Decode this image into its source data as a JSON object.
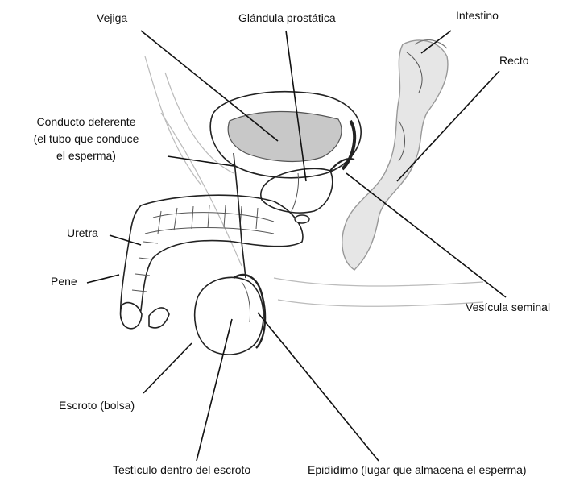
{
  "labels": {
    "vejiga": "Vejiga",
    "glandula": "Glándula prostática",
    "intestino": "Intestino",
    "recto": "Recto",
    "conducto_l1": "Conducto deferente",
    "conducto_l2": "(el tubo que conduce",
    "conducto_l3": "el esperma)",
    "uretra": "Uretra",
    "pene": "Pene",
    "vesicula": "Vesícula seminal",
    "escroto": "Escroto (bolsa)",
    "testiculo": "Testículo dentro del escroto",
    "epididimo": "Epidídimo (lugar que almacena el esperma)"
  },
  "colors": {
    "ink": "#222222",
    "bladder_fill": "#c8c8c8",
    "shadow_fill": "#e6e6e6"
  }
}
